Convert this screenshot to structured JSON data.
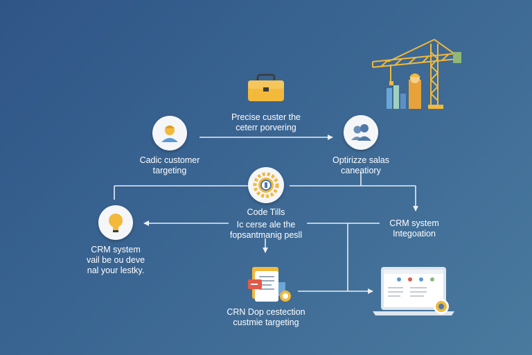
{
  "icons": {
    "crane": "construction-crane-icon",
    "briefcase": "briefcase-icon",
    "person": "person-icon",
    "team": "team-icon",
    "gear": "gear-icon",
    "bulb": "lightbulb-icon",
    "documents": "documents-icon",
    "laptop": "laptop-dashboard-icon"
  },
  "colors": {
    "accent": "#f2b93b",
    "line": "#e9eef4",
    "node": "#f4f6f8"
  },
  "nodes": {
    "top_center": {
      "line1": "Precise custer the",
      "line2": "ceterr porvering"
    },
    "left_person": {
      "line1": "Cadic customer",
      "line2": "targeting"
    },
    "right_team": {
      "line1": "Optirizze salas",
      "line2": "caneatiory"
    },
    "center_gear": {
      "line1": "Code Tills",
      "line2": "Ic cerse ale the",
      "line3": "fopsantmanig pesll"
    },
    "left_bulb": {
      "line1": "CRM system",
      "line2": "vail be ou deve",
      "line3": "nal your lestky."
    },
    "right_crm": {
      "line1": "CRM system",
      "line2": "Integoation"
    },
    "bottom_docs": {
      "line1": "CRN Dop cestection",
      "line2": "custmie targeting"
    }
  }
}
